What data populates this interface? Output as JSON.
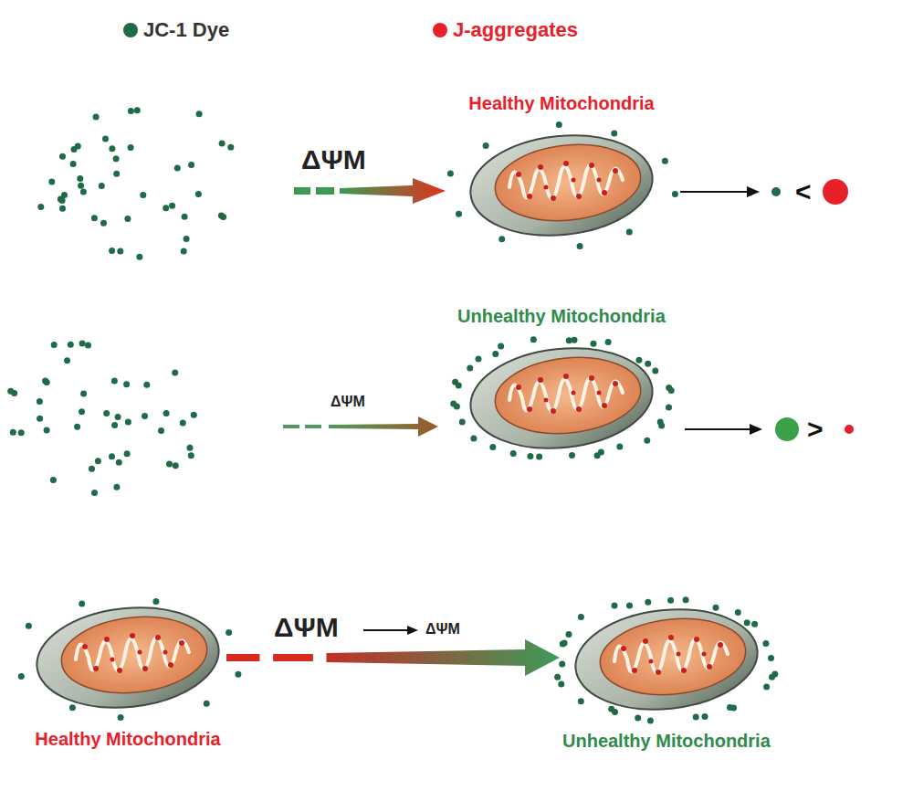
{
  "diagram": {
    "nodes": [
      {
        "text": [
          "Healthy Mitochondria"
        ]
      },
      {
        "text": [
          "Unhealthy Mitochondria"
        ]
      },
      {
        "text": [
          "Healthy Mitochondria"
        ]
      },
      {
        "text": [
          "Unhealthy Mitochondria"
        ]
      }
    ],
    "edges": [
      {
        "from": 2,
        "to": 3,
        "arrow": "to"
      }
    ],
    "labels": [
      "ΔΨM",
      "<",
      "ΔΨM",
      ">",
      "ΔΨM",
      "ΔΨM"
    ],
    "legend": [
      {
        "text": "JC-1 Dye",
        "color": "#1e6b45"
      },
      {
        "text": "J-aggregates",
        "color": "#e8202a"
      }
    ]
  }
}
